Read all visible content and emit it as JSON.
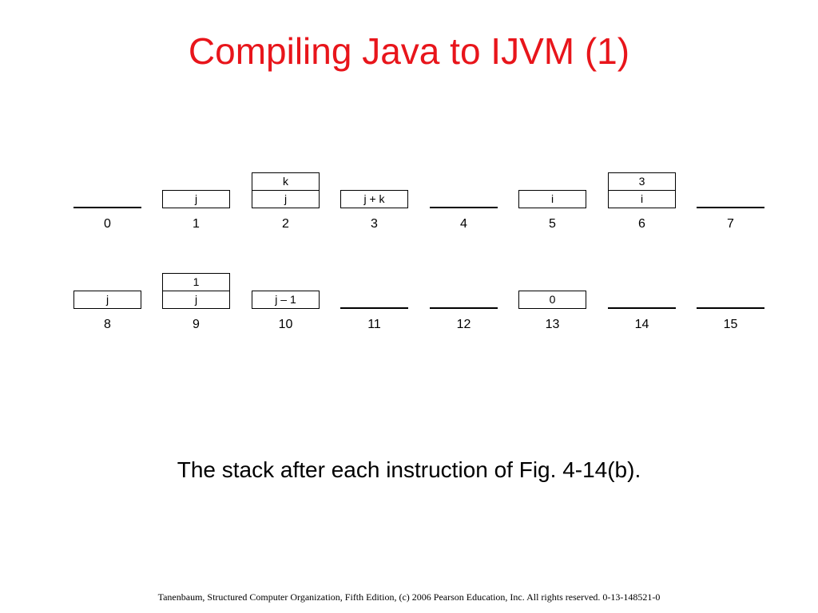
{
  "title": "Compiling Java to IJVM (1)",
  "colors": {
    "title": "#e8151b",
    "text": "#000000",
    "background": "#ffffff"
  },
  "stacks": [
    {
      "label": "0",
      "items": []
    },
    {
      "label": "1",
      "items": [
        "j"
      ]
    },
    {
      "label": "2",
      "items": [
        "j",
        "k"
      ]
    },
    {
      "label": "3",
      "items": [
        "j + k"
      ]
    },
    {
      "label": "4",
      "items": []
    },
    {
      "label": "5",
      "items": [
        "i"
      ]
    },
    {
      "label": "6",
      "items": [
        "i",
        "3"
      ]
    },
    {
      "label": "7",
      "items": []
    },
    {
      "label": "8",
      "items": [
        "j"
      ]
    },
    {
      "label": "9",
      "items": [
        "j",
        "1"
      ]
    },
    {
      "label": "10",
      "items": [
        "j – 1"
      ]
    },
    {
      "label": "11",
      "items": []
    },
    {
      "label": "12",
      "items": []
    },
    {
      "label": "13",
      "items": [
        "0"
      ]
    },
    {
      "label": "14",
      "items": []
    },
    {
      "label": "15",
      "items": []
    }
  ],
  "caption": "The stack after each instruction of Fig. 4-14(b).",
  "footer": "Tanenbaum, Structured Computer Organization, Fifth Edition, (c) 2006 Pearson Education, Inc. All rights reserved. 0-13-148521-0"
}
